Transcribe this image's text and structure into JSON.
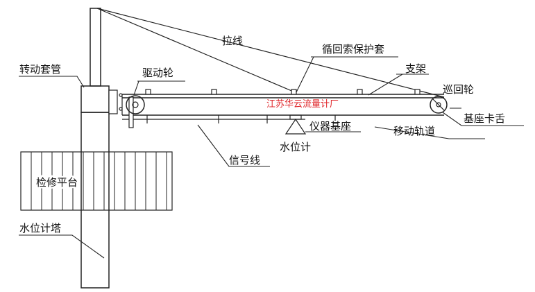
{
  "labels": {
    "pull_wire": "拉线",
    "cable_guard": "循回索保护套",
    "rotating_sleeve": "转动套管",
    "drive_wheel": "驱动轮",
    "bracket": "支架",
    "return_wheel": "巡回轮",
    "base_clamp": "基座卡舌",
    "instrument_base": "仪器基座",
    "moving_track": "移动轨道",
    "level_gauge": "水位计",
    "signal_cable": "信号线",
    "maintenance_platform": "检修平台",
    "gauge_tower": "水位计塔"
  },
  "watermark": "江苏华云流量计厂",
  "colors": {
    "line": "#222222",
    "watermark": "#e0262a",
    "background": "#ffffff"
  }
}
